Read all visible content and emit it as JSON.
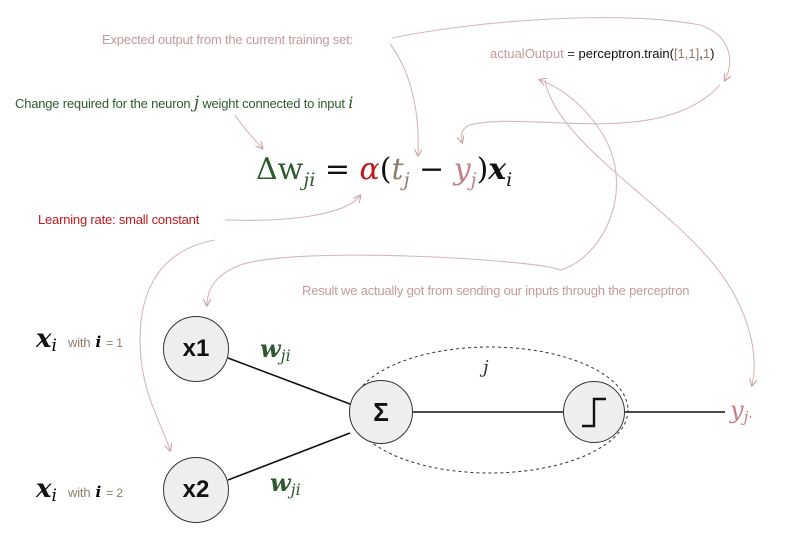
{
  "annotations": {
    "expected_output": "Expected output from the current training set:",
    "change_required_pre": "Change required for the neuron",
    "change_required_j": "j",
    "change_required_mid": "weight  connected to input",
    "change_required_i": "i",
    "learning_rate": "Learning rate: small constant",
    "result": "Result we actually got from sending our inputs through the perceptron"
  },
  "code": {
    "var": "actualOutput",
    "eq": " = ",
    "call": "perceptron.train(",
    "args": "[1,1]",
    "comma": ",",
    "label": "1",
    "close": ")"
  },
  "formula": {
    "delta_w": "Δw",
    "delta_sub": "ji",
    "equals": " = ",
    "alpha": "α",
    "lparen": "(",
    "t": "t",
    "t_sub": "j",
    "minus": " − ",
    "y": "y",
    "y_sub": "j",
    "rparen": ")",
    "x": "x",
    "x_sub": "i"
  },
  "inputs": [
    {
      "var": "x",
      "sub": "i",
      "with": "with",
      "i": "i",
      "val": "= 1",
      "node": "x1"
    },
    {
      "var": "x",
      "sub": "i",
      "with": "with",
      "i": "i",
      "val": "= 2",
      "node": "x2"
    }
  ],
  "weights": [
    {
      "w": "w",
      "sub": "ji"
    },
    {
      "w": "w",
      "sub": "ji"
    }
  ],
  "sum_node": "Σ",
  "neuron_label": "j",
  "output": {
    "y": "y",
    "sub": "j",
    "dot": "."
  },
  "colors": {
    "annotation_pink": "#c49a9a",
    "green": "#2f5a2f",
    "red": "#c0181c",
    "target": "#8f7d6b",
    "output_pink": "#c57d87",
    "arrow": "#d4b8b8"
  }
}
